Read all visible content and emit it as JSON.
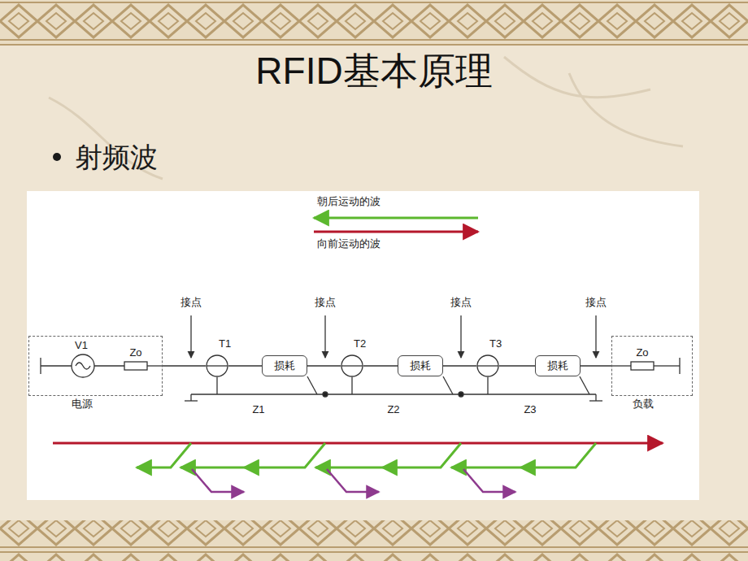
{
  "diagram": {
    "title": "RFID基本原理",
    "nodes": [
      {
        "text": [
          "电源"
        ]
      },
      {
        "text": [
          "T1"
        ]
      },
      {
        "text": [
          "损耗"
        ]
      },
      {
        "text": [
          "T2"
        ]
      },
      {
        "text": [
          "损耗"
        ]
      },
      {
        "text": [
          "T3"
        ]
      },
      {
        "text": [
          "损耗"
        ]
      },
      {
        "text": [
          "负载"
        ]
      }
    ],
    "edges": [
      {
        "from": 0,
        "to": 1,
        "arrow": "none"
      },
      {
        "from": 1,
        "to": 2,
        "arrow": "none"
      },
      {
        "from": 2,
        "to": 3,
        "arrow": "none"
      },
      {
        "from": 3,
        "to": 4,
        "arrow": "none"
      },
      {
        "from": 4,
        "to": 5,
        "arrow": "none"
      },
      {
        "from": 5,
        "to": 6,
        "arrow": "none"
      },
      {
        "from": 6,
        "to": 7,
        "arrow": "none"
      }
    ],
    "labels": [
      "射频波",
      "接点",
      "接点",
      "接点",
      "接点",
      "V1",
      "Zo",
      "Z1",
      "Z2",
      "Z3",
      "Zo"
    ],
    "legend": [
      {
        "text": "朝后运动的波"
      },
      {
        "text": "向前运动的波"
      }
    ]
  }
}
